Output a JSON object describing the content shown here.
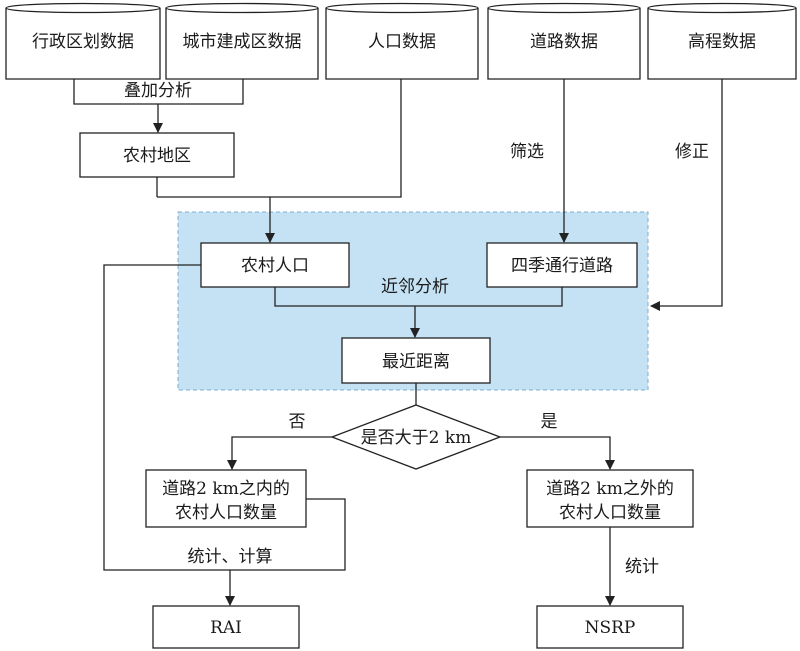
{
  "colors": {
    "highlight_region": "#c5e2f5",
    "stroke": "#222222",
    "text": "#1a1a1a"
  },
  "sources": {
    "admin": "行政区划数据",
    "urban": "城市建成区数据",
    "population": "人口数据",
    "roads": "道路数据",
    "elevation": "高程数据"
  },
  "edge_labels": {
    "overlay": "叠加分析",
    "filter": "筛选",
    "correct": "修正",
    "proximity": "近邻分析",
    "no": "否",
    "yes": "是",
    "stat_calc": "统计、计算",
    "stat": "统计"
  },
  "nodes": {
    "rural_area": "农村地区",
    "rural_population": "农村人口",
    "all_season_roads": "四季通行道路",
    "nearest_distance": "最近距离",
    "decision": "是否大于2 km",
    "within_line1": "道路2 km之内的",
    "within_line2": "农村人口数量",
    "outside_line1": "道路2 km之外的",
    "outside_line2": "农村人口数量",
    "rai": "RAI",
    "nsrp": "NSRP"
  }
}
